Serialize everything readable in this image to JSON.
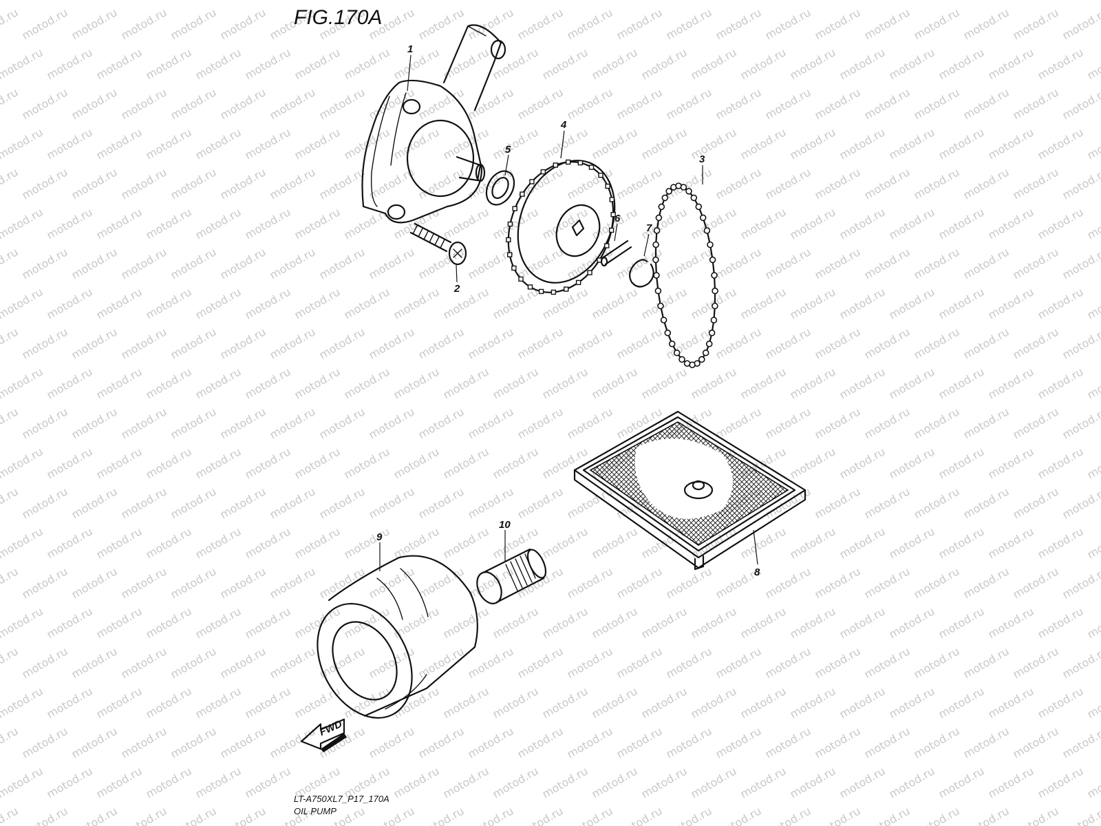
{
  "figure": {
    "title": "FIG.170A",
    "code": "LT-A750XL7_P17_170A",
    "subtitle": "OIL PUMP",
    "fwd_label": "FWD",
    "watermark": "motod.ru"
  },
  "parts": [
    {
      "number": "1"
    },
    {
      "number": "2"
    },
    {
      "number": "3"
    },
    {
      "number": "4"
    },
    {
      "number": "5"
    },
    {
      "number": "6"
    },
    {
      "number": "7"
    },
    {
      "number": "8"
    },
    {
      "number": "9"
    },
    {
      "number": "10"
    }
  ],
  "colors": {
    "ink": "#111111",
    "watermark": "#c8c8c8",
    "background": "#ffffff"
  }
}
